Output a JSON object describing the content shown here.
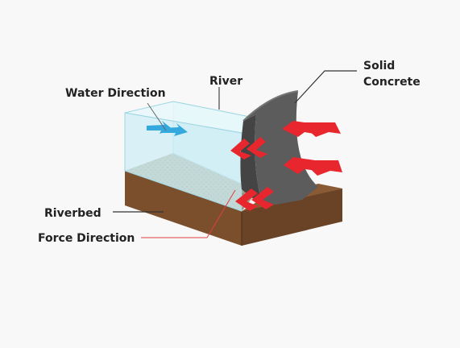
{
  "labels": {
    "water_direction": "Water Direction",
    "river": "River",
    "solid_line1": "Solid",
    "solid_line2": "Concrete",
    "riverbed": "Riverbed",
    "force_direction": "Force Direction"
  },
  "colors": {
    "background": "#f8f8f8",
    "water": "#cdeef5",
    "riverbed": "#7b4e2c",
    "concrete": "#555555",
    "force_arrows": "#e8262d",
    "water_arrows": "#35a9dd",
    "force_leader_line": "#e04040"
  }
}
